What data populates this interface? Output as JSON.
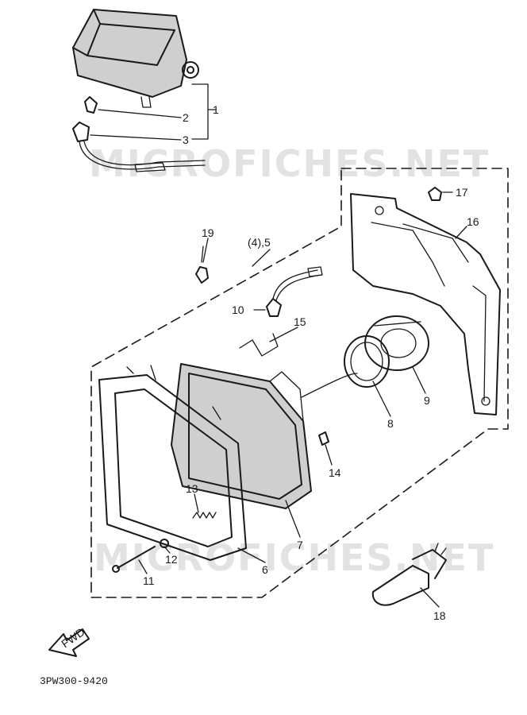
{
  "diagram": {
    "part_code": "3PW300-9420",
    "watermark_text": "MICROFICHES.NET",
    "front_arrow_label": "FWD",
    "callouts": {
      "c1": "1",
      "c2": "2",
      "c3": "3",
      "c4_5": "(4),5",
      "c6": "6",
      "c7": "7",
      "c8": "8",
      "c9": "9",
      "c10": "10",
      "c11": "11",
      "c12": "12",
      "c13": "13",
      "c14": "14",
      "c15": "15",
      "c16": "16",
      "c17": "17",
      "c18": "18",
      "c19": "19"
    }
  }
}
